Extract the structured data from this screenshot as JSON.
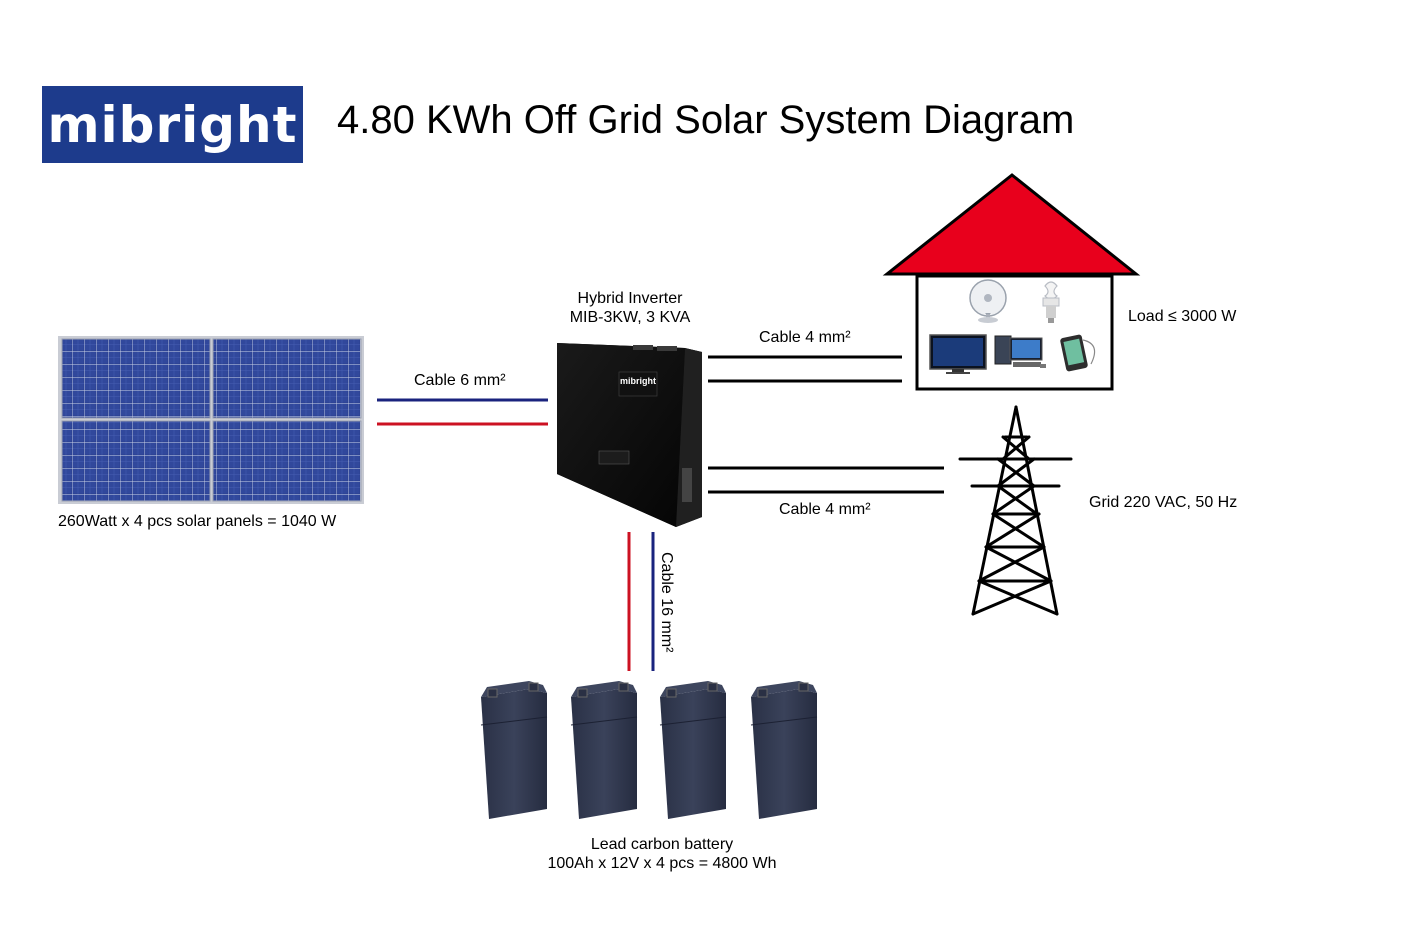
{
  "logo": {
    "text": "mibright"
  },
  "title": "4.80 KWh Off Grid Solar System Diagram",
  "solar": {
    "caption": "260Watt x 4 pcs solar panels = 1040 W"
  },
  "inverter": {
    "line1": "Hybrid Inverter",
    "line2": "MIB-3KW, 3 KVA",
    "brand": "mibright"
  },
  "cables": {
    "solar": "Cable 6 mm²",
    "load": "Cable 4 mm²",
    "grid": "Cable 4 mm²",
    "battery": "Cable 16 mm²"
  },
  "load": {
    "label": "Load ≤ 3000 W",
    "appliances": [
      "fan-icon",
      "bulb-icon",
      "tv-icon",
      "computer-icon",
      "phone-icon"
    ]
  },
  "grid": {
    "label": "Grid 220 VAC, 50 Hz"
  },
  "battery": {
    "line1": "Lead carbon battery",
    "line2": "100Ah x 12V x 4 pcs = 4800 Wh"
  },
  "colors": {
    "brand": "#1d3b8c",
    "roof": "#e8001c",
    "positive": "#cc1122",
    "negative": "#1a237e",
    "panel": "#2a3f8f"
  }
}
